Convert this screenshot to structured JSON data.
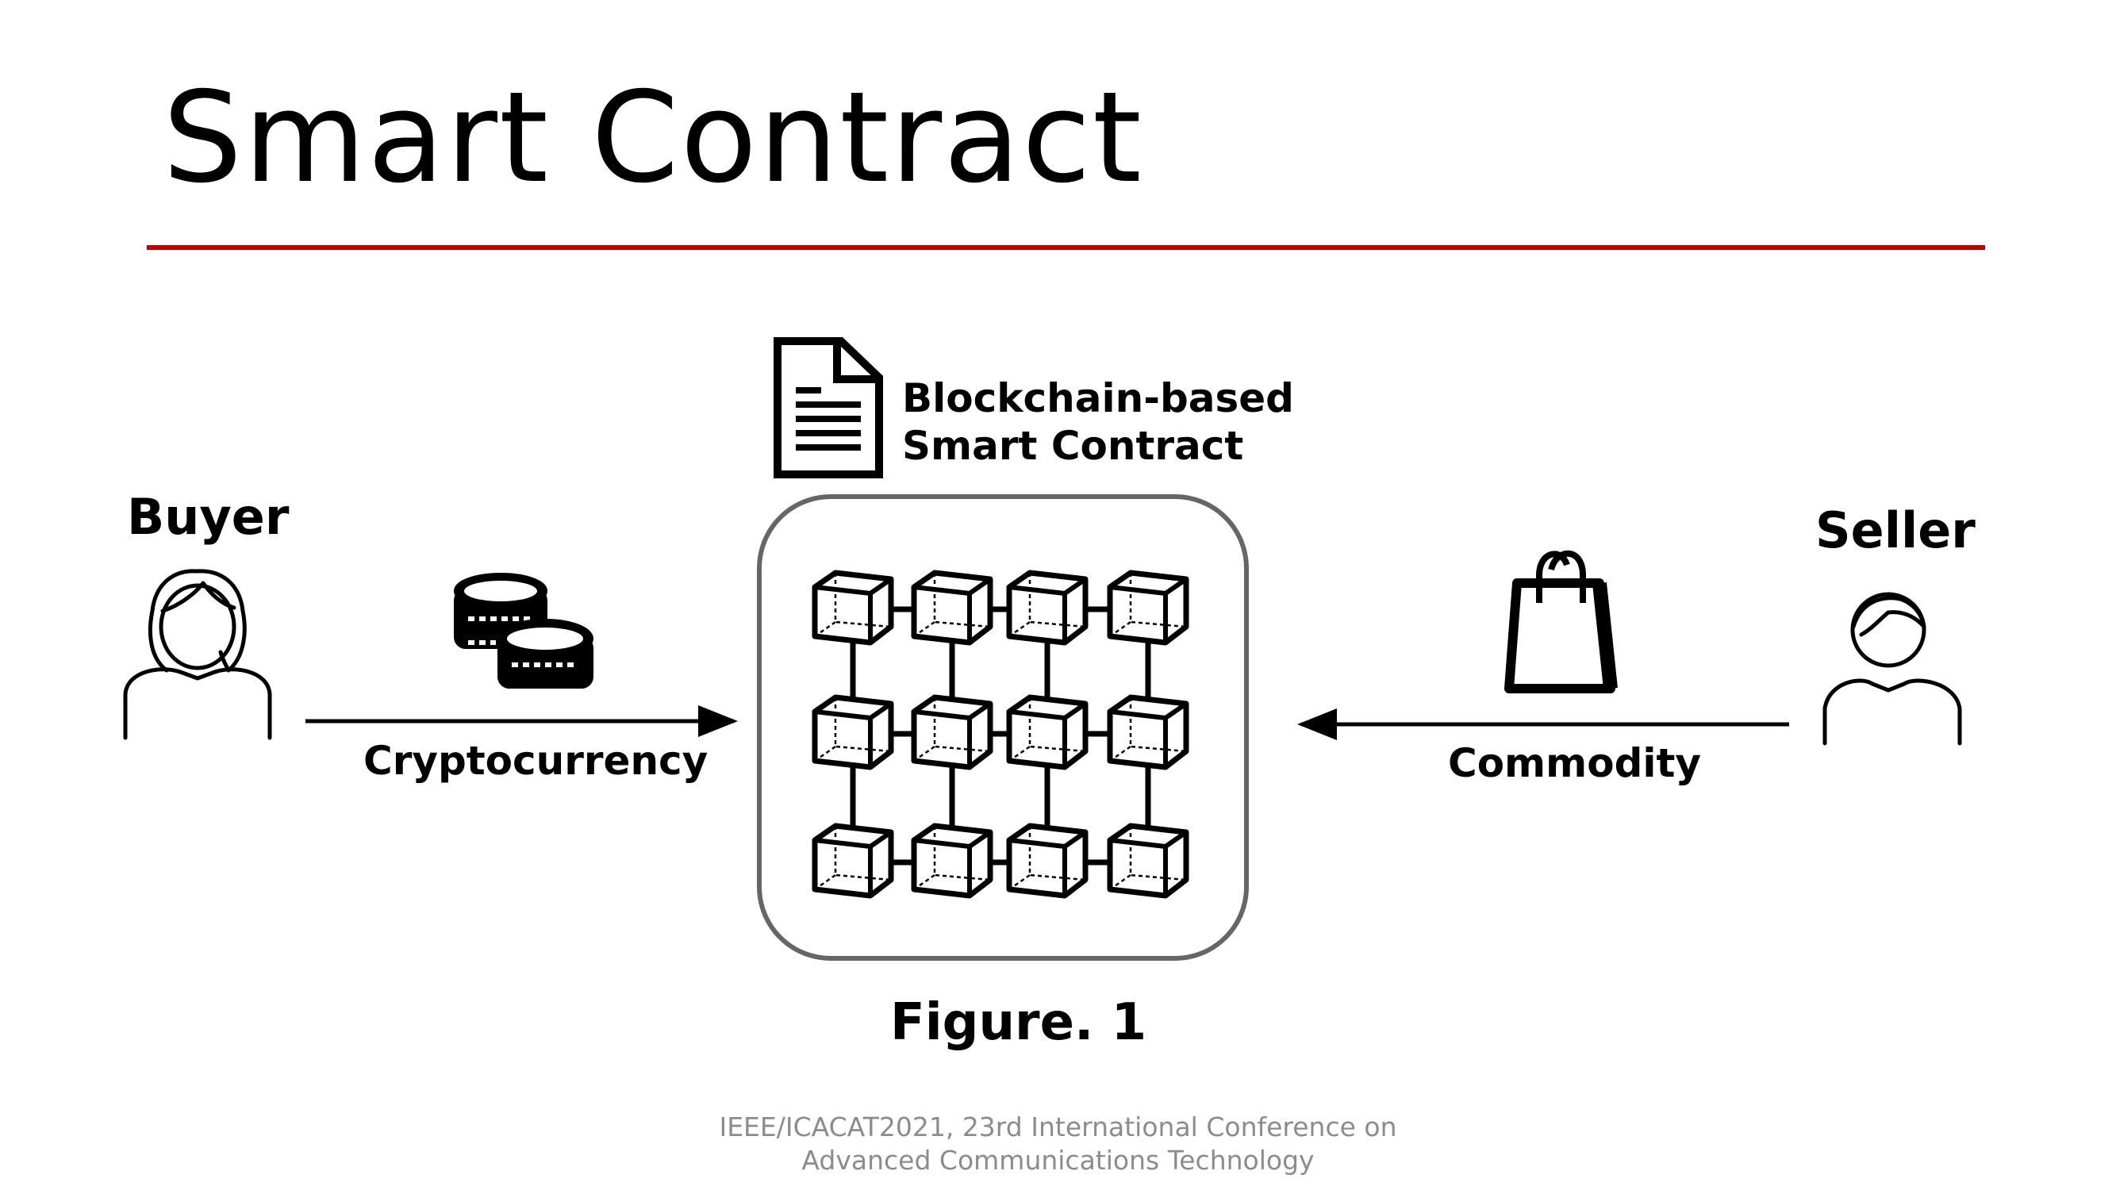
{
  "slide": {
    "title": "Smart Contract",
    "accent_color": "#c00000",
    "footer_line1": "IEEE/ICACAT2021, 23rd International Conference on",
    "footer_line2": "Advanced Communications Technology"
  },
  "diagram": {
    "buyer": {
      "label": "Buyer",
      "icon": "woman-user-icon"
    },
    "seller": {
      "label": "Seller",
      "icon": "man-user-icon"
    },
    "payment": {
      "label": "Cryptocurrency",
      "icon": "coins-icon"
    },
    "goods": {
      "label": "Commodity",
      "icon": "shopping-bag-icon"
    },
    "contract": {
      "label_line1": "Blockchain-based",
      "label_line2": "Smart Contract",
      "icon": "document-icon"
    },
    "blockchain": {
      "icon": "cube-grid-icon",
      "rows": 3,
      "cols": 4
    },
    "caption": "Figure. 1"
  }
}
